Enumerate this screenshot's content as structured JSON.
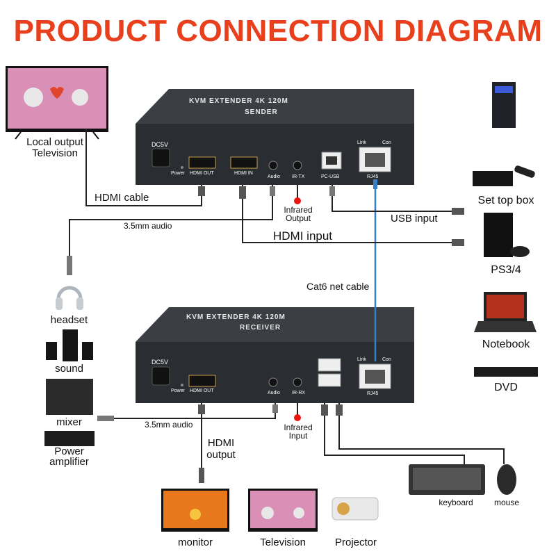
{
  "title": "PRODUCT CONNECTION DIAGRAM",
  "sender": {
    "line1": "KVM EXTENDER 4K 120M",
    "line2": "SENDER",
    "ports": {
      "dc": "DC5V",
      "power": "Power",
      "hdmi_out": "HDMI OUT",
      "hdmi_in": "HDMI IN",
      "audio": "Audio",
      "ir": "IR-TX",
      "usb": "PC-USB",
      "link": "Link",
      "con": "Con",
      "rj45": "RJ45"
    }
  },
  "receiver": {
    "line1": "KVM EXTENDER 4K 120M",
    "line2": "RECEIVER",
    "ports": {
      "dc": "DC5V",
      "power": "Power",
      "hdmi_out": "HDMI OUT",
      "audio": "Audio",
      "ir": "IR-RX",
      "link": "Link",
      "con": "Con",
      "rj45": "RJ45"
    }
  },
  "labels": {
    "local_output_line1": "Local output",
    "local_output_line2": "Television",
    "hdmi_cable": "HDMI cable",
    "audio_35_top": "3.5mm audio",
    "hdmi_input": "HDMI input",
    "usb_input": "USB input",
    "infrared_output_line1": "Infrared",
    "infrared_output_line2": "Output",
    "cat6": "Cat6 net cable",
    "audio_35_bottom": "3.5mm audio",
    "infrared_input_line1": "Infrared",
    "infrared_input_line2": "Input",
    "hdmi_output_line1": "HDMI",
    "hdmi_output_line2": "output"
  },
  "sources": [
    "Set top box",
    "PS3/4",
    "Notebook",
    "DVD"
  ],
  "audio_devices": [
    "headset",
    "sound",
    "mixer",
    "Power",
    "amplifier"
  ],
  "displays": [
    "monitor",
    "Television",
    "Projector"
  ],
  "peripherals": [
    "keyboard",
    "mouse"
  ],
  "colors": {
    "title": "#e8401c",
    "device_body": "#2a2d31",
    "cat6": "#3a7fc1",
    "ir_dot": "#e8160c"
  }
}
